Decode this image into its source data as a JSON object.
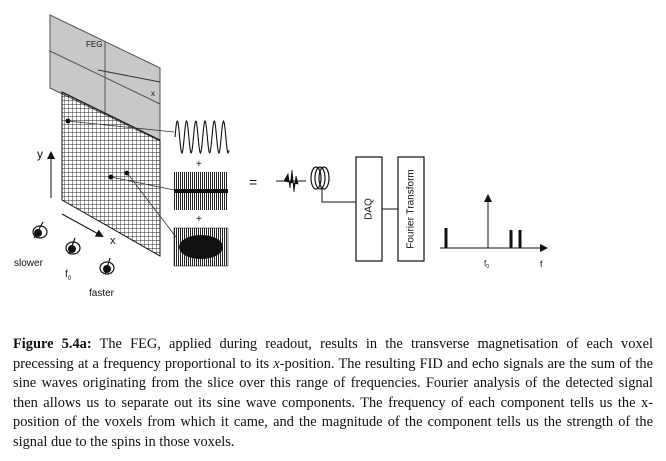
{
  "figure": {
    "feg_label": "FEG",
    "axis_x_small": "x",
    "axis_y": "y",
    "axis_x": "x",
    "slower": "slower",
    "f0_main": "f",
    "f0_sub": "0",
    "faster": "faster",
    "plus_1": "+",
    "plus_2": "+",
    "equals": "=",
    "daq": "DAQ",
    "fourier": "Fourier Transform",
    "spec_f0_main": "f",
    "spec_f0_sub": "0",
    "spec_f": "f"
  },
  "caption": {
    "title": "Figure 5.4a:",
    "part1": " The FEG, applied during readout, results in the transverse magnetisation of each voxel precessing at a frequency proportional to its ",
    "xvar": "x",
    "part2": "-position.  The resulting FID and echo signals are the sum of the sine waves originating from the slice over this range of frequencies. Fourier analysis of the detected signal then allows us to separate out its sine wave components. The frequency of each component tells us the x-position of the voxels from which it came, and the magnitude of the component tells us the strength of the signal due to the spins in those voxels."
  }
}
